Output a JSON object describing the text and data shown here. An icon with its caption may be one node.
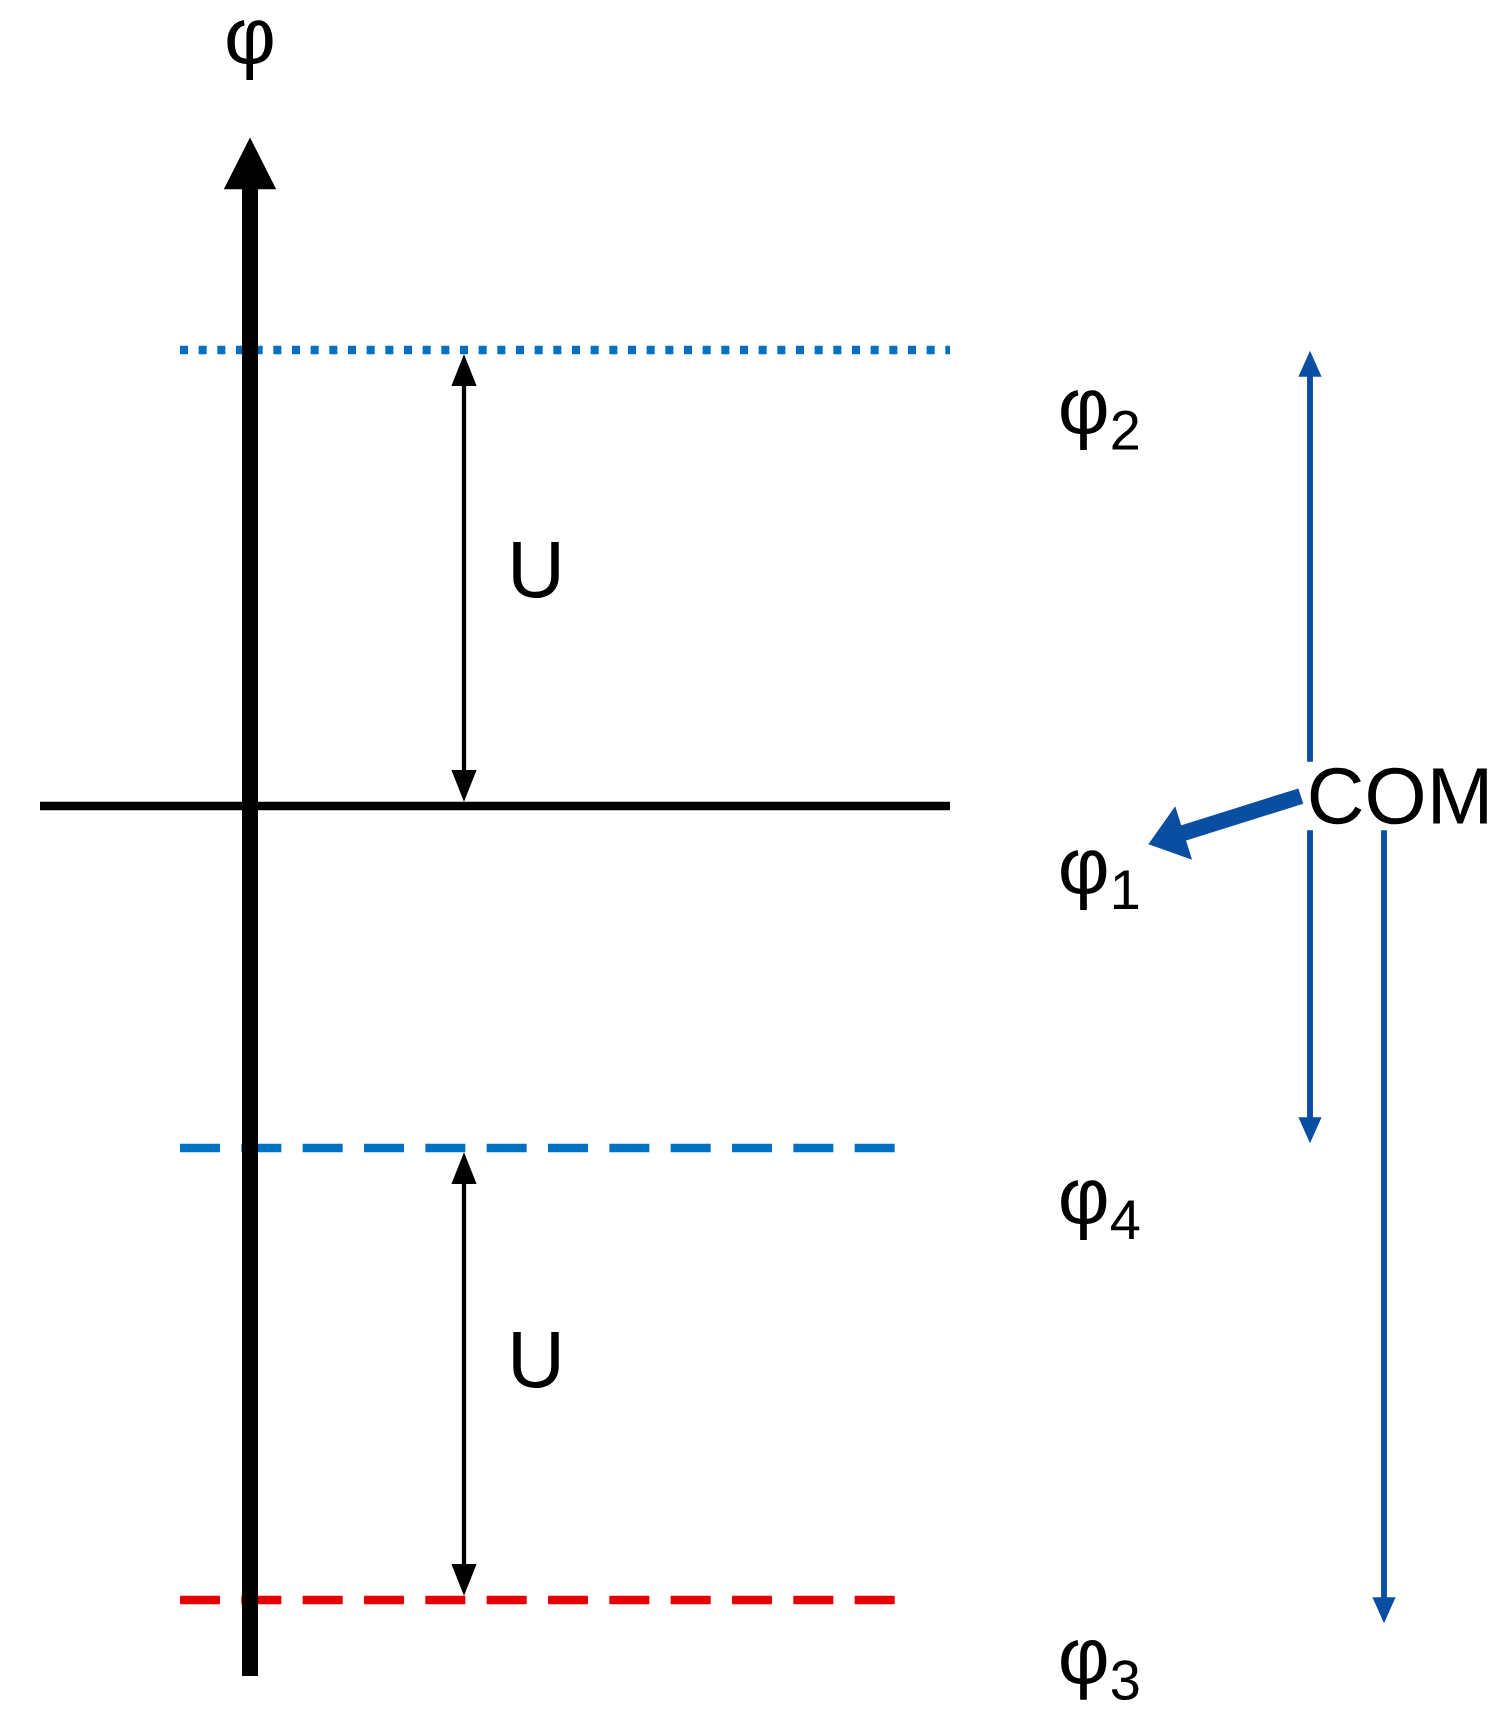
{
  "diagram": {
    "nodes": [
      {
        "text": [
          "φ$_{2}$"
        ]
      },
      {
        "text": [
          "φ$_{1}$"
        ]
      },
      {
        "text": [
          "φ$_{4}$"
        ]
      },
      {
        "text": [
          "φ$_{3}$"
        ]
      },
      {
        "text": [
          "COM"
        ]
      }
    ],
    "edges": [
      {
        "from": 4,
        "to": 1,
        "arrow": "to",
        "style": "thick",
        "color": "#0a4ea2"
      },
      {
        "from": 4,
        "to": null,
        "arrow": "to",
        "color": "#0a4ea2"
      },
      {
        "from": 4,
        "to": null,
        "arrow": "to",
        "color": "#0a4ea2"
      },
      {
        "from": 4,
        "to": null,
        "arrow": "to",
        "color": "#0a4ea2"
      }
    ],
    "labels": [
      "φ",
      "U",
      "U"
    ]
  }
}
